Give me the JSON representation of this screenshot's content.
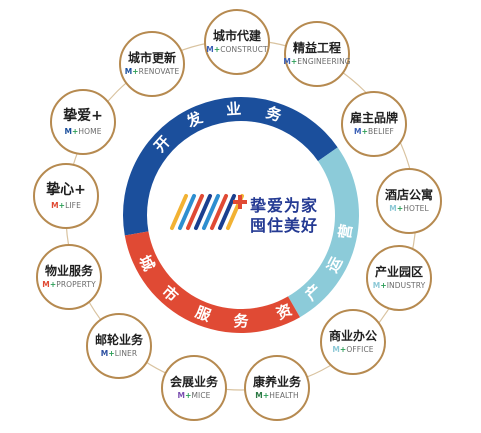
{
  "ring": {
    "sectors": [
      {
        "label": "开发业务",
        "color": "#1b4f9c"
      },
      {
        "label": "资产运营",
        "color": "#8ccbd9"
      },
      {
        "label": "城市服务",
        "color": "#e04a34"
      }
    ]
  },
  "center": {
    "line1": "挚爱为家",
    "line2": "囤住美好"
  },
  "nodes": [
    {
      "title": "城市代建",
      "prefix": "M",
      "suffix": "CONSTRUCT",
      "color": "#3a5fb5"
    },
    {
      "title": "精益工程",
      "prefix": "M",
      "suffix": "ENGINEERING",
      "color": "#3a5fb5"
    },
    {
      "title": "雇主品牌",
      "prefix": "M",
      "suffix": "BELIEF",
      "color": "#3a5fb5"
    },
    {
      "title": "酒店公寓",
      "prefix": "M",
      "suffix": "HOTEL",
      "color": "#8cc8d6"
    },
    {
      "title": "产业园区",
      "prefix": "M",
      "suffix": "INDUSTRY",
      "color": "#8cc8d6"
    },
    {
      "title": "商业办公",
      "prefix": "M",
      "suffix": "OFFICE",
      "color": "#8cc8d6"
    },
    {
      "title": "康养业务",
      "prefix": "M",
      "suffix": "HEALTH",
      "color": "#2c7a45"
    },
    {
      "title": "会展业务",
      "prefix": "M",
      "suffix": "MICE",
      "color": "#7a4fb0"
    },
    {
      "title": "邮轮业务",
      "prefix": "M",
      "suffix": "LINER",
      "color": "#2c4fa0"
    },
    {
      "title": "物业服务",
      "prefix": "M",
      "suffix": "PROPERTY",
      "color": "#e04a34"
    },
    {
      "title": "挚心+",
      "prefix": "M",
      "suffix": "LIFE",
      "color": "#e04a34"
    },
    {
      "title": "挚爱+",
      "prefix": "M",
      "suffix": "HOME",
      "color": "#1b4f9c"
    },
    {
      "title": "城市更新",
      "prefix": "M",
      "suffix": "RENOVATE",
      "color": "#1b4f9c"
    }
  ]
}
